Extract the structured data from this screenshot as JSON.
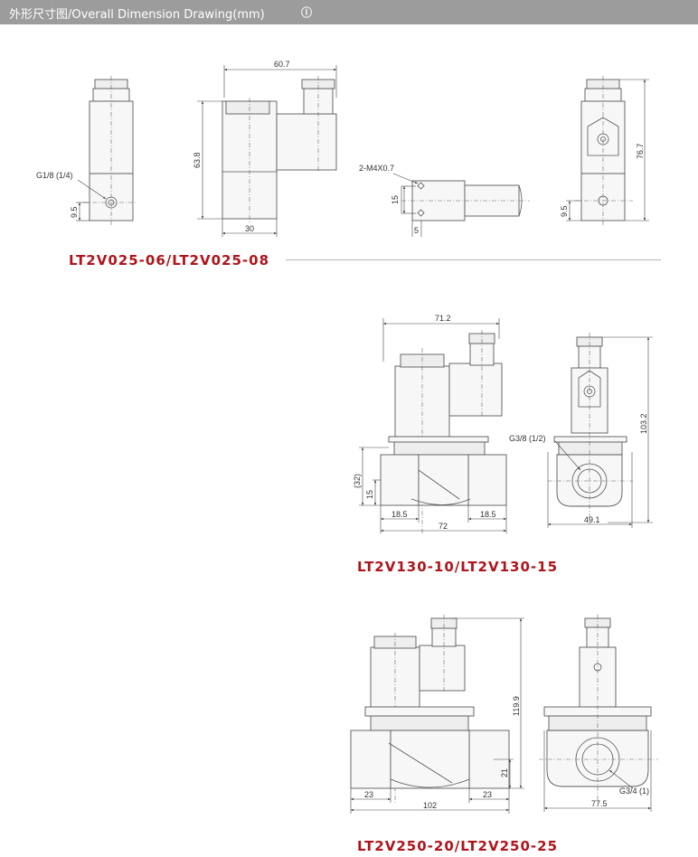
{
  "header": {
    "title": "外形尺寸图/Overall Dimension Drawing(mm)",
    "icon": "info-icon"
  },
  "models": [
    {
      "label": "LT2V025-06/LT2V025-08"
    },
    {
      "label": "LT2V130-10/LT2V130-15"
    },
    {
      "label": "LT2V250-20/LT2V250-25"
    }
  ],
  "dimensions": {
    "d1": {
      "width": "60.7",
      "height": "63.8",
      "base": "30",
      "port": "G1/8 (1/4)",
      "port_height": "9.5",
      "screw": "2-M4X0.7",
      "screw_pitch": "15",
      "screw_offset": "5",
      "side_height": "76.7",
      "side_port_height": "9.5"
    },
    "d2": {
      "width": "71.2",
      "body_height": "(32)",
      "port_center": "15",
      "left_flange": "18.5",
      "right_flange": "18.5",
      "length": "72",
      "port": "G3/8 (1/2)",
      "height": "103.2",
      "side_width": "49.1"
    },
    "d3": {
      "height": "119.9",
      "port_center": "21",
      "left_flange": "23",
      "right_flange": "23",
      "length": "102",
      "port": "G3/4 (1)",
      "side_width": "77.5"
    }
  }
}
